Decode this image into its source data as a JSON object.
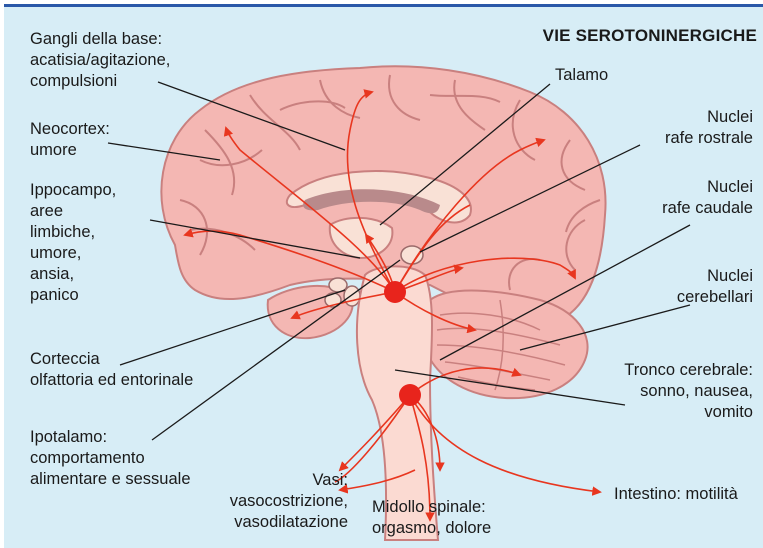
{
  "title": "VIE SEROTONINERGICHE",
  "labels": {
    "gangli": [
      "Gangli della base:",
      "acatisia/agitazione,",
      "compulsioni"
    ],
    "neocortex": [
      "Neocortex:",
      "umore"
    ],
    "ippocampo": [
      "Ippocampo,",
      "aree",
      "limbiche,",
      "umore,",
      "ansia,",
      "panico"
    ],
    "corteccia": [
      "Corteccia",
      "olfattoria ed entorinale"
    ],
    "ipotalamo": [
      "Ipotalamo:",
      "comportamento",
      "alimentare e sessuale"
    ],
    "vasi": [
      "Vasi:",
      "vasocostrizione,",
      "vasodilatazione"
    ],
    "midollo": [
      "Midollo spinale:",
      "orgasmo, dolore"
    ],
    "intestino": [
      "Intestino: motilità"
    ],
    "talamo": [
      "Talamo"
    ],
    "rafe_rostrale": [
      "Nuclei",
      "rafe rostrale"
    ],
    "rafe_caudale": [
      "Nuclei",
      "rafe caudale"
    ],
    "cerebellari": [
      "Nuclei",
      "cerebellari"
    ],
    "tronco": [
      "Tronco cerebrale:",
      "sonno, nausea,",
      "vomito"
    ]
  },
  "colors": {
    "background": "#d7edf6",
    "cortex": "#f4b7b3",
    "sulcus": "#c9807f",
    "pathway": "#e8361f",
    "nucleus": "#e8241c",
    "brainstem": "#fbdad2"
  }
}
